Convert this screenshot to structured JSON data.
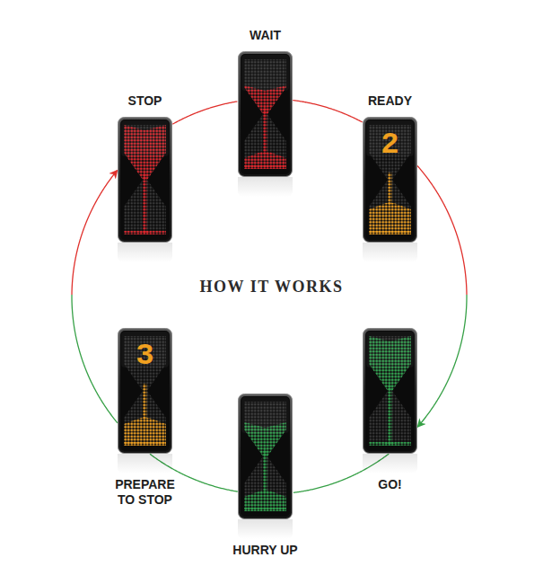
{
  "diagram": {
    "title": "HOW IT WORKS",
    "nodes": [
      {
        "text": [
          "WAIT"
        ]
      },
      {
        "text": [
          "READY",
          "2"
        ]
      },
      {
        "text": [
          "GO!"
        ]
      },
      {
        "text": [
          "HURRY UP"
        ]
      },
      {
        "text": [
          "PREPARE TO STOP",
          "3"
        ]
      },
      {
        "text": [
          "STOP"
        ]
      }
    ],
    "edges": [
      {
        "from": 0,
        "to": 1,
        "arrow": "none"
      },
      {
        "from": 1,
        "to": 2,
        "arrow": "to"
      },
      {
        "from": 2,
        "to": 3,
        "arrow": "none"
      },
      {
        "from": 3,
        "to": 4,
        "arrow": "none"
      },
      {
        "from": 4,
        "to": 5,
        "arrow": "to"
      },
      {
        "from": 5,
        "to": 0,
        "arrow": "none"
      }
    ]
  }
}
